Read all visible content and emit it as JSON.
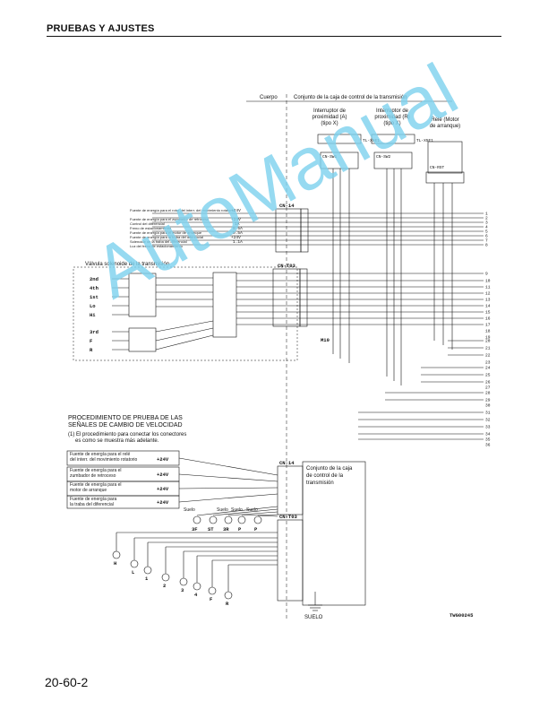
{
  "header": {
    "title": "PRUEBAS Y AJUSTES"
  },
  "top_diagram": {
    "cuerpo": "Cuerpo",
    "conjunto": "Conjunto de la caja de control de la transmisión",
    "switch_a": [
      "Interruptor de",
      "proximidad (A)",
      "(tipo X)"
    ],
    "switch_r": [
      "Interruptor de",
      "proximidad (R)",
      "(tipo X)"
    ],
    "relay": [
      "Relé (Motor",
      "de arranque)"
    ],
    "switch_part": "TL-X5E1",
    "valve_title": "Válvula solenoide de la transmisión",
    "cn14": "CN-14",
    "cnt03": "CN-T03",
    "cnsw1": "CN-SW1",
    "cnsw2": "CN-SW2",
    "cnrst": "CN-RST",
    "m10": "M10",
    "inputs": [
      "Fuente de energía para el rotor del interr. del movimiento rotatorio",
      "Fuente de energía para el zumbador de retroceso",
      "Control del diferencial",
      "Freno de estacionamiento",
      "Fuente de energía para el motor de arranque",
      "Fuente de energía para la traba del diferencial",
      "Solenoide de la traba del diferencial",
      "Luz del freno de estacionamiento"
    ],
    "input_volts": [
      "+24V",
      "+24V",
      "1A",
      "0.5A",
      "0.5A",
      "+24V",
      "1.1A",
      ""
    ],
    "gears": [
      "2nd",
      "4th",
      "1st",
      "Lo",
      "Hi",
      "3rd",
      "F",
      "R"
    ],
    "right_numbers": [
      "1",
      "2",
      "3",
      "4",
      "5",
      "6",
      "7",
      "8",
      "9",
      "10",
      "11",
      "12",
      "13",
      "14",
      "15",
      "16",
      "17",
      "18",
      "19",
      "20",
      "21",
      "22",
      "23",
      "24",
      "25",
      "26",
      "27",
      "28",
      "29",
      "30",
      "31",
      "32",
      "33",
      "34",
      "35",
      "36"
    ]
  },
  "procedure": {
    "title_line1": "PROCEDIMIENTO DE PRUEBA DE LAS",
    "title_line2": "SEÑALES DE CAMBIO DE VELOCIDAD",
    "note_line1": "(1)  El procedimiento para conectar los conectores",
    "note_line2": "es como se muestra más adelante.",
    "sources": [
      {
        "l1": "Fuente de energía para el relé",
        "l2": "del interr. del movimiento rotatorio",
        "v": "+24V"
      },
      {
        "l1": "Fuente de energía para el",
        "l2": "zumbador de retroceso",
        "v": "+24V"
      },
      {
        "l1": "Fuente de energía para el",
        "l2": "motor de arranque",
        "v": "+24V"
      },
      {
        "l1": "Fuente de energía para",
        "l2": "la traba del diferencial",
        "v": "+24V"
      }
    ],
    "control_box": [
      "Conjunto de la caja",
      "de control de la",
      "transmisión"
    ],
    "suelo_small": "Suelo",
    "suelo_big": "SUELO",
    "top_lamps": [
      "3F",
      "ST",
      "3R",
      "P",
      "P"
    ],
    "bottom_lamps": [
      "H",
      "L",
      "1",
      "2",
      "3",
      "4",
      "F",
      "R"
    ],
    "code": "TWG00245"
  },
  "watermark": "AutoManual",
  "footer": {
    "page_number": "20-60-2"
  }
}
